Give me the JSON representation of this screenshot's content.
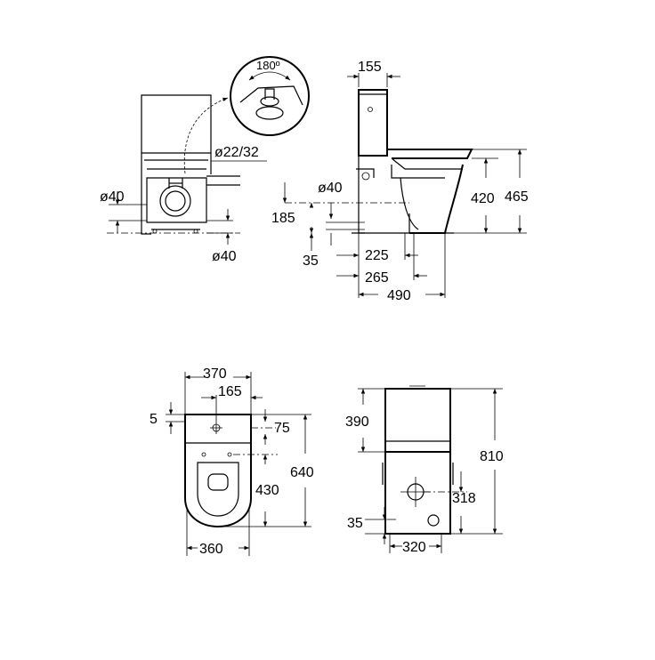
{
  "side_view_left": {
    "rotation": "180º",
    "supply_diameter": "ø22/32",
    "inlet_left": "ø40",
    "inlet_bottom": "ø40"
  },
  "side_view_right": {
    "tank_depth": "155",
    "seat_height": "420",
    "total_height": "465",
    "outlet_diameter": "ø40",
    "outlet_height": "185",
    "outlet_offset": "35",
    "dist_225": "225",
    "dist_265": "265",
    "total_depth": "490"
  },
  "plan_view": {
    "width_top": "370",
    "half_width": "165",
    "offset_5": "5",
    "offset_75": "75",
    "depth": "640",
    "fix_distance": "430",
    "width_bottom": "360"
  },
  "rear_view": {
    "tank_height": "390",
    "total_height": "810",
    "outlet_height": "318",
    "base_offset": "35",
    "base_width": "320"
  }
}
